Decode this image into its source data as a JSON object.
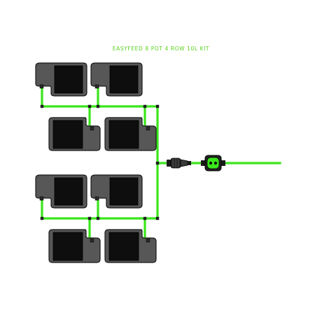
{
  "title": "EASYFEED 8 POT 4 ROW 10L KIT",
  "colors": {
    "pipe": "#39e61a",
    "pot_body": "#575757",
    "pot_square": "#0e0e0e",
    "outline": "#1a1a1a",
    "title": "#5ad21f"
  },
  "components": {
    "pots": [
      {
        "id": 1,
        "row": 1,
        "position": "left",
        "orientation": "drain-left"
      },
      {
        "id": 2,
        "row": 1,
        "position": "right",
        "orientation": "drain-left"
      },
      {
        "id": 3,
        "row": 2,
        "position": "left",
        "orientation": "drain-right"
      },
      {
        "id": 4,
        "row": 2,
        "position": "right",
        "orientation": "drain-right"
      },
      {
        "id": 5,
        "row": 3,
        "position": "left",
        "orientation": "drain-left"
      },
      {
        "id": 6,
        "row": 3,
        "position": "right",
        "orientation": "drain-left"
      },
      {
        "id": 7,
        "row": 4,
        "position": "left",
        "orientation": "drain-right"
      },
      {
        "id": 8,
        "row": 4,
        "position": "right",
        "orientation": "drain-right"
      }
    ],
    "connectors": [
      "shutoff-valve",
      "inline-filter"
    ]
  }
}
